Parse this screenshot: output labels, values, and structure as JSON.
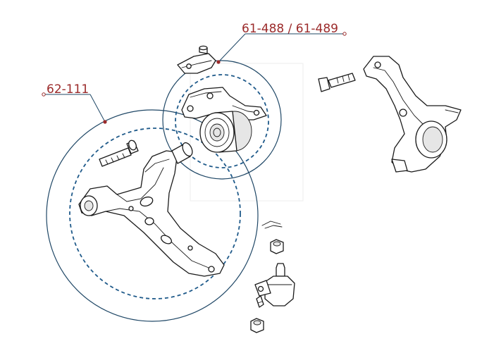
{
  "callouts": [
    {
      "label": "61-488 / 61-489",
      "part": "rear-bushing"
    },
    {
      "label": "62-111",
      "part": "lower-control-arm"
    }
  ],
  "colors": {
    "callout_text": "#9b2a2a",
    "callout_line": "#1f4766",
    "dashed_ring": "#1f5a8a",
    "part_stroke": "#1a1a1a"
  },
  "icons": {
    "bolt": "bolt-icon",
    "nut": "nut-icon",
    "ball_joint": "ball-joint-icon",
    "knuckle": "steering-knuckle-icon",
    "bracket": "bracket-icon"
  }
}
